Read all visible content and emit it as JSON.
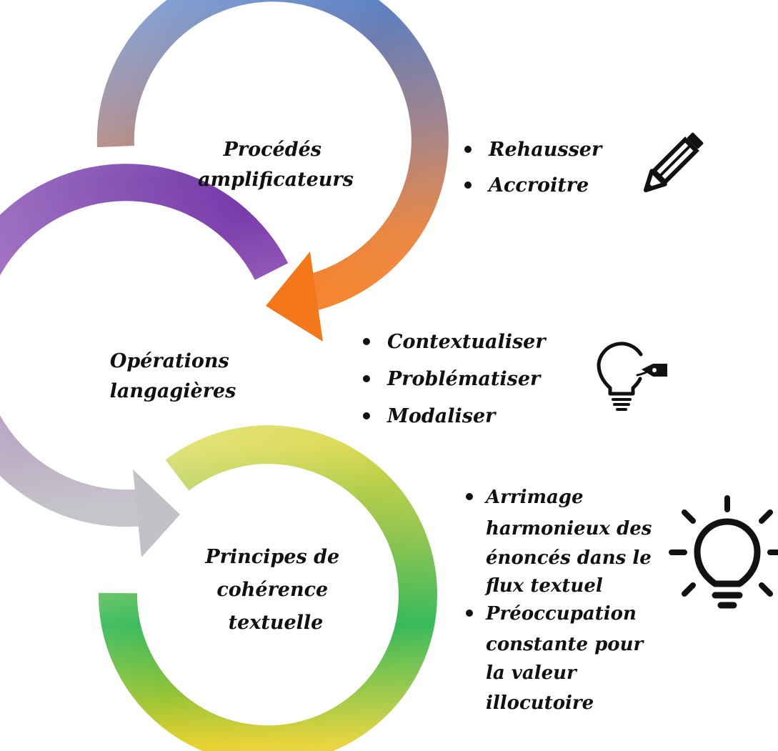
{
  "steps": [
    {
      "title_lines": [
        "Procédés",
        "amplificateurs"
      ],
      "bullets": [
        [
          "Rehausser"
        ],
        [
          "Accroitre"
        ]
      ],
      "icon": "pencil-icon",
      "gradient": [
        "#4f7fcc",
        "#9b7c86",
        "#e77a2e",
        "#f4781a"
      ]
    },
    {
      "title_lines": [
        "Opérations",
        "langagières"
      ],
      "bullets": [
        [
          "Contextualiser"
        ],
        [
          "Problématiser"
        ],
        [
          "Modaliser"
        ]
      ],
      "icon": "lightbulb-tag-icon",
      "gradient": [
        "#7032a6",
        "#9457b8",
        "#b8a6c4",
        "#c3c0c7"
      ]
    },
    {
      "title_lines": [
        "Principes de",
        "cohérence",
        "textuelle"
      ],
      "bullets": [
        [
          "Arrimage",
          "harmonieux des",
          "énoncés dans le",
          "flux textuel"
        ],
        [
          "Préoccupation",
          "constante pour",
          "la valeur",
          "illocutoire"
        ]
      ],
      "icon": "lightbulb-rays-icon",
      "gradient": [
        "#d9d84a",
        "#8ec34a",
        "#25b34a",
        "#e6d02a"
      ]
    }
  ]
}
